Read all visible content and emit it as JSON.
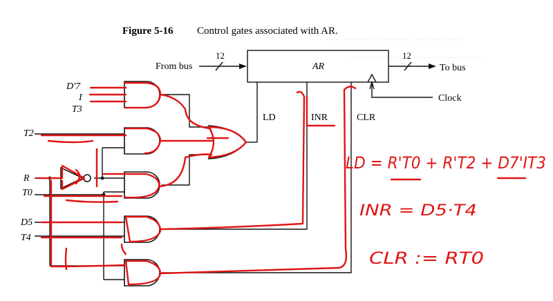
{
  "figure": {
    "number": "Figure 5-16",
    "caption": "Control gates associated with AR."
  },
  "register": {
    "name": "AR",
    "from_bus_label": "From bus",
    "to_bus_label": "To bus",
    "in_width": "12",
    "out_width": "12",
    "clock_label": "Clock",
    "ld_label": "LD",
    "inr_label": "INR",
    "clr_label": "CLR"
  },
  "inputs": {
    "d7_prime": "D'7",
    "i": "I",
    "t3": "T3",
    "t2": "T2",
    "r": "R",
    "t0": "T0",
    "d5": "D5",
    "t4": "T4"
  },
  "annotations": {
    "ld_eq": "LD = R'T0 + R'T2 + D7'IT3",
    "inr_eq": "INR = D5·T4",
    "clr_eq": "CLR := RT0"
  },
  "colors": {
    "ink": "#111111",
    "annotation": "#e01414"
  }
}
